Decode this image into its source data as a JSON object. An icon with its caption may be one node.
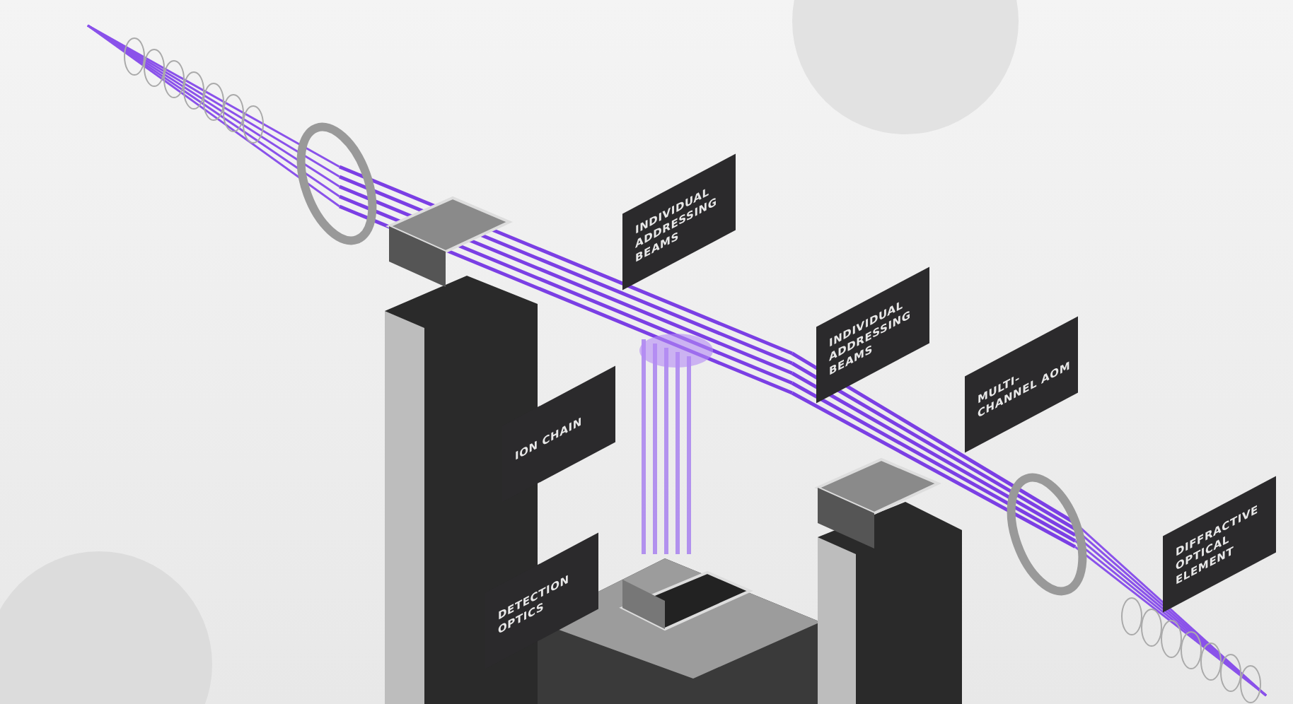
{
  "diagram": {
    "labels": [
      "INDIVIDUAL ADDRESSING BEAMS",
      "INDIVIDUAL ADDRESSING BEAMS",
      "MULTI-CHANNEL AOM",
      "ION CHAIN",
      "DIFFRACTIVE OPTICAL ELEMENT",
      "DETECTION OPTICS"
    ]
  }
}
